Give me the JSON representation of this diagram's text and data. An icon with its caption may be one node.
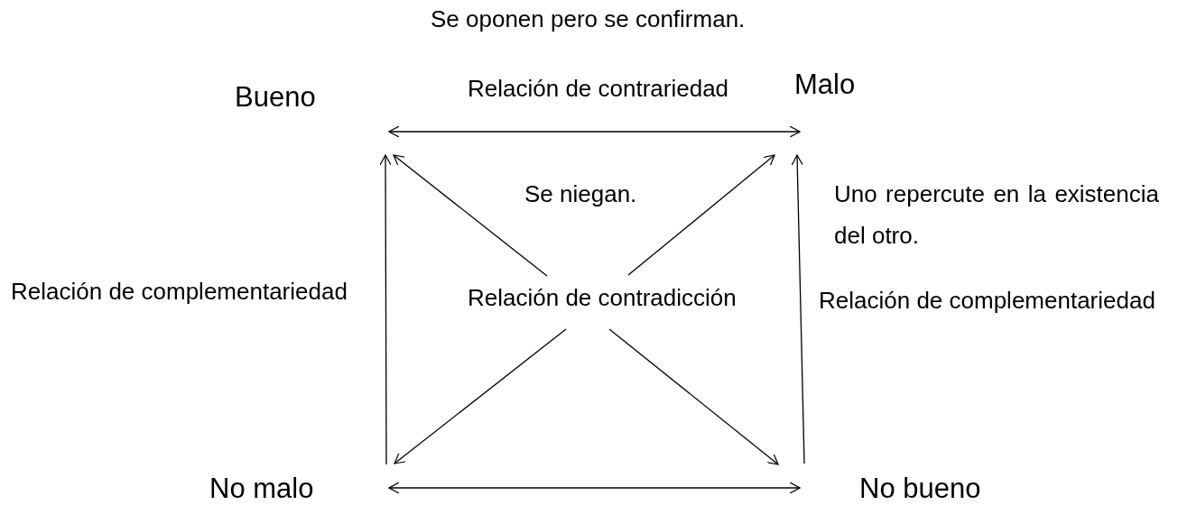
{
  "diagram": {
    "nodes": [
      {
        "text": [
          "Bueno"
        ]
      },
      {
        "text": [
          "Malo"
        ]
      },
      {
        "text": [
          "No malo"
        ]
      },
      {
        "text": [
          "No bueno"
        ]
      },
      {
        "text": [
          "Relación de contradicción"
        ]
      }
    ],
    "edges": [
      {
        "from": 0,
        "to": 1,
        "arrow": "both"
      },
      {
        "from": 2,
        "to": 3,
        "arrow": "both"
      },
      {
        "from": 2,
        "to": 0,
        "arrow": "to"
      },
      {
        "from": 3,
        "to": 1,
        "arrow": "to"
      },
      {
        "from": 4,
        "to": 0,
        "arrow": "to"
      },
      {
        "from": 4,
        "to": 1,
        "arrow": "to"
      },
      {
        "from": 4,
        "to": 2,
        "arrow": "to"
      },
      {
        "from": 4,
        "to": 3,
        "arrow": "to"
      }
    ],
    "labels": [
      "Se oponen pero se confirman.",
      "Relación de contrariedad",
      "Se niegan.",
      "Uno repercute en la existencia del otro.",
      "Relación de complementariedad",
      "Relación de complementariedad"
    ]
  }
}
